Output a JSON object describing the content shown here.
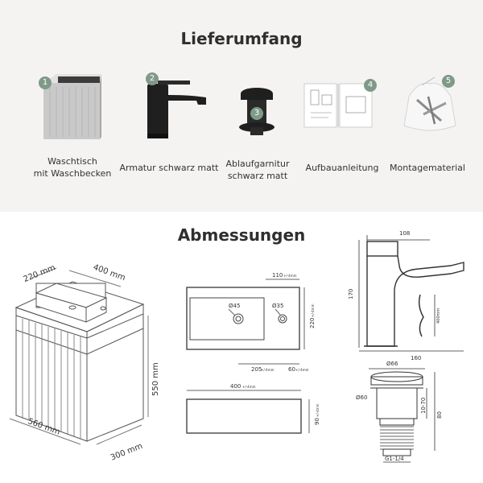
{
  "section1": {
    "title": "Lieferumfang",
    "items": [
      {
        "number": "1",
        "label": "Waschtisch\nmit Waschbecken"
      },
      {
        "number": "2",
        "label": "Armatur schwarz matt"
      },
      {
        "number": "3",
        "label": "Ablaufgarnitur\nschwarz matt"
      },
      {
        "number": "4",
        "label": "Aufbauanleitung"
      },
      {
        "number": "5",
        "label": "Montagematerial"
      }
    ]
  },
  "section2": {
    "title": "Abmessungen",
    "cabinet": {
      "d1": "220 mm",
      "d2": "400 mm",
      "height": "550 mm",
      "width": "560 mm",
      "depth": "300 mm"
    },
    "basin_top": {
      "offset": "110",
      "offset_tol": "+/-4mm",
      "hole1": "Ø45",
      "hole2": "Ø35",
      "depth": "220",
      "depth_tol": "+/-4mm",
      "dist1": "205",
      "dist1_tol": "+/-4mm",
      "dist2": "60",
      "dist2_tol": "+/-4mm"
    },
    "basin_front": {
      "width": "400",
      "width_tol": "+/-4mm",
      "height": "90",
      "height_tol": "+/-4mm"
    },
    "faucet": {
      "top": "108",
      "height": "170",
      "hose": "400mm",
      "base": "160"
    },
    "drain": {
      "cap": "Ø66",
      "body": "Ø60",
      "range": "10-70",
      "total": "80",
      "thread": "G1-1/4"
    }
  }
}
